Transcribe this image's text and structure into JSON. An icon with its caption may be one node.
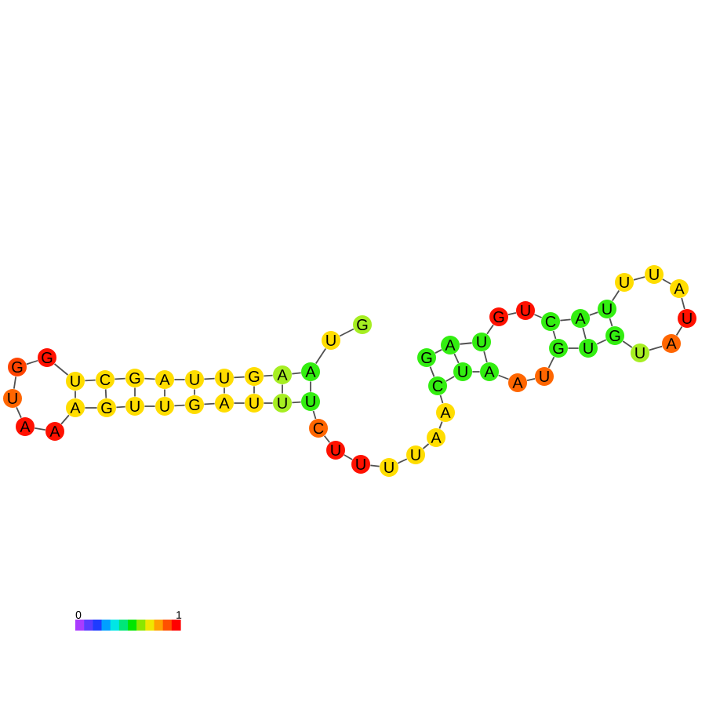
{
  "diagram": {
    "nodes": [
      {
        "text": [
          "G"
        ]
      },
      {
        "text": [
          "U"
        ]
      },
      {
        "text": [
          "A"
        ]
      },
      {
        "text": [
          "A"
        ]
      },
      {
        "text": [
          "G"
        ]
      },
      {
        "text": [
          "U"
        ]
      },
      {
        "text": [
          "U"
        ]
      },
      {
        "text": [
          "A"
        ]
      },
      {
        "text": [
          "G"
        ]
      },
      {
        "text": [
          "C"
        ]
      },
      {
        "text": [
          "U"
        ]
      },
      {
        "text": [
          "G"
        ]
      },
      {
        "text": [
          "G"
        ]
      },
      {
        "text": [
          "U"
        ]
      },
      {
        "text": [
          "A"
        ]
      },
      {
        "text": [
          "A"
        ]
      },
      {
        "text": [
          "A"
        ]
      },
      {
        "text": [
          "G"
        ]
      },
      {
        "text": [
          "U"
        ]
      },
      {
        "text": [
          "U"
        ]
      },
      {
        "text": [
          "G"
        ]
      },
      {
        "text": [
          "A"
        ]
      },
      {
        "text": [
          "U"
        ]
      },
      {
        "text": [
          "U"
        ]
      },
      {
        "text": [
          "U"
        ]
      },
      {
        "text": [
          "C"
        ]
      },
      {
        "text": [
          "U"
        ]
      },
      {
        "text": [
          "U"
        ]
      },
      {
        "text": [
          "U"
        ]
      },
      {
        "text": [
          "U"
        ]
      },
      {
        "text": [
          "A"
        ]
      },
      {
        "text": [
          "A"
        ]
      },
      {
        "text": [
          "C"
        ]
      },
      {
        "text": [
          "U"
        ]
      },
      {
        "text": [
          "A"
        ]
      },
      {
        "text": [
          "A"
        ]
      },
      {
        "text": [
          "U"
        ]
      },
      {
        "text": [
          "G"
        ]
      },
      {
        "text": [
          "U"
        ]
      },
      {
        "text": [
          "G"
        ]
      },
      {
        "text": [
          "U"
        ]
      },
      {
        "text": [
          "A"
        ]
      },
      {
        "text": [
          "U"
        ]
      },
      {
        "text": [
          "A"
        ]
      },
      {
        "text": [
          "U"
        ]
      },
      {
        "text": [
          "U"
        ]
      },
      {
        "text": [
          "U"
        ]
      },
      {
        "text": [
          "A"
        ]
      },
      {
        "text": [
          "C"
        ]
      },
      {
        "text": [
          "U"
        ]
      },
      {
        "text": [
          "G"
        ]
      },
      {
        "text": [
          "U"
        ]
      },
      {
        "text": [
          "A"
        ]
      },
      {
        "text": [
          "G"
        ]
      }
    ],
    "edges": [
      {
        "from": 0,
        "to": 1,
        "arrow": "none"
      },
      {
        "from": 1,
        "to": 2,
        "arrow": "none"
      },
      {
        "from": 2,
        "to": 3,
        "arrow": "none"
      },
      {
        "from": 3,
        "to": 4,
        "arrow": "none"
      },
      {
        "from": 4,
        "to": 5,
        "arrow": "none"
      },
      {
        "from": 5,
        "to": 6,
        "arrow": "none"
      },
      {
        "from": 6,
        "to": 7,
        "arrow": "none"
      },
      {
        "from": 7,
        "to": 8,
        "arrow": "none"
      },
      {
        "from": 8,
        "to": 9,
        "arrow": "none"
      },
      {
        "from": 9,
        "to": 10,
        "arrow": "none"
      },
      {
        "from": 10,
        "to": 11,
        "arrow": "none"
      },
      {
        "from": 11,
        "to": 12,
        "arrow": "none"
      },
      {
        "from": 12,
        "to": 13,
        "arrow": "none"
      },
      {
        "from": 13,
        "to": 14,
        "arrow": "none"
      },
      {
        "from": 14,
        "to": 15,
        "arrow": "none"
      },
      {
        "from": 15,
        "to": 16,
        "arrow": "none"
      },
      {
        "from": 16,
        "to": 17,
        "arrow": "none"
      },
      {
        "from": 17,
        "to": 18,
        "arrow": "none"
      },
      {
        "from": 18,
        "to": 19,
        "arrow": "none"
      },
      {
        "from": 19,
        "to": 20,
        "arrow": "none"
      },
      {
        "from": 20,
        "to": 21,
        "arrow": "none"
      },
      {
        "from": 21,
        "to": 22,
        "arrow": "none"
      },
      {
        "from": 22,
        "to": 23,
        "arrow": "none"
      },
      {
        "from": 23,
        "to": 24,
        "arrow": "none"
      },
      {
        "from": 24,
        "to": 25,
        "arrow": "none"
      },
      {
        "from": 25,
        "to": 26,
        "arrow": "none"
      },
      {
        "from": 26,
        "to": 27,
        "arrow": "none"
      },
      {
        "from": 27,
        "to": 28,
        "arrow": "none"
      },
      {
        "from": 28,
        "to": 29,
        "arrow": "none"
      },
      {
        "from": 29,
        "to": 30,
        "arrow": "none"
      },
      {
        "from": 30,
        "to": 31,
        "arrow": "none"
      },
      {
        "from": 31,
        "to": 32,
        "arrow": "none"
      },
      {
        "from": 32,
        "to": 33,
        "arrow": "none"
      },
      {
        "from": 33,
        "to": 34,
        "arrow": "none"
      },
      {
        "from": 34,
        "to": 35,
        "arrow": "none"
      },
      {
        "from": 35,
        "to": 36,
        "arrow": "none"
      },
      {
        "from": 36,
        "to": 37,
        "arrow": "none"
      },
      {
        "from": 37,
        "to": 38,
        "arrow": "none"
      },
      {
        "from": 38,
        "to": 39,
        "arrow": "none"
      },
      {
        "from": 39,
        "to": 40,
        "arrow": "none"
      },
      {
        "from": 40,
        "to": 41,
        "arrow": "none"
      },
      {
        "from": 41,
        "to": 42,
        "arrow": "none"
      },
      {
        "from": 42,
        "to": 43,
        "arrow": "none"
      },
      {
        "from": 43,
        "to": 44,
        "arrow": "none"
      },
      {
        "from": 44,
        "to": 45,
        "arrow": "none"
      },
      {
        "from": 45,
        "to": 46,
        "arrow": "none"
      },
      {
        "from": 46,
        "to": 47,
        "arrow": "none"
      },
      {
        "from": 47,
        "to": 48,
        "arrow": "none"
      },
      {
        "from": 48,
        "to": 49,
        "arrow": "none"
      },
      {
        "from": 49,
        "to": 50,
        "arrow": "none"
      },
      {
        "from": 50,
        "to": 51,
        "arrow": "none"
      },
      {
        "from": 51,
        "to": 52,
        "arrow": "none"
      },
      {
        "from": 52,
        "to": 53,
        "arrow": "none"
      },
      {
        "from": 2,
        "to": 24,
        "arrow": "none"
      },
      {
        "from": 3,
        "to": 23,
        "arrow": "none"
      },
      {
        "from": 4,
        "to": 22,
        "arrow": "none"
      },
      {
        "from": 5,
        "to": 21,
        "arrow": "none"
      },
      {
        "from": 6,
        "to": 20,
        "arrow": "none"
      },
      {
        "from": 7,
        "to": 19,
        "arrow": "none"
      },
      {
        "from": 8,
        "to": 18,
        "arrow": "none"
      },
      {
        "from": 9,
        "to": 17,
        "arrow": "none"
      },
      {
        "from": 10,
        "to": 16,
        "arrow": "none"
      },
      {
        "from": 32,
        "to": 53,
        "arrow": "none"
      },
      {
        "from": 33,
        "to": 52,
        "arrow": "none"
      },
      {
        "from": 34,
        "to": 51,
        "arrow": "none"
      },
      {
        "from": 37,
        "to": 48,
        "arrow": "none"
      },
      {
        "from": 38,
        "to": 47,
        "arrow": "none"
      },
      {
        "from": 39,
        "to": 46,
        "arrow": "none"
      }
    ],
    "labels": [
      "0",
      "1"
    ]
  }
}
